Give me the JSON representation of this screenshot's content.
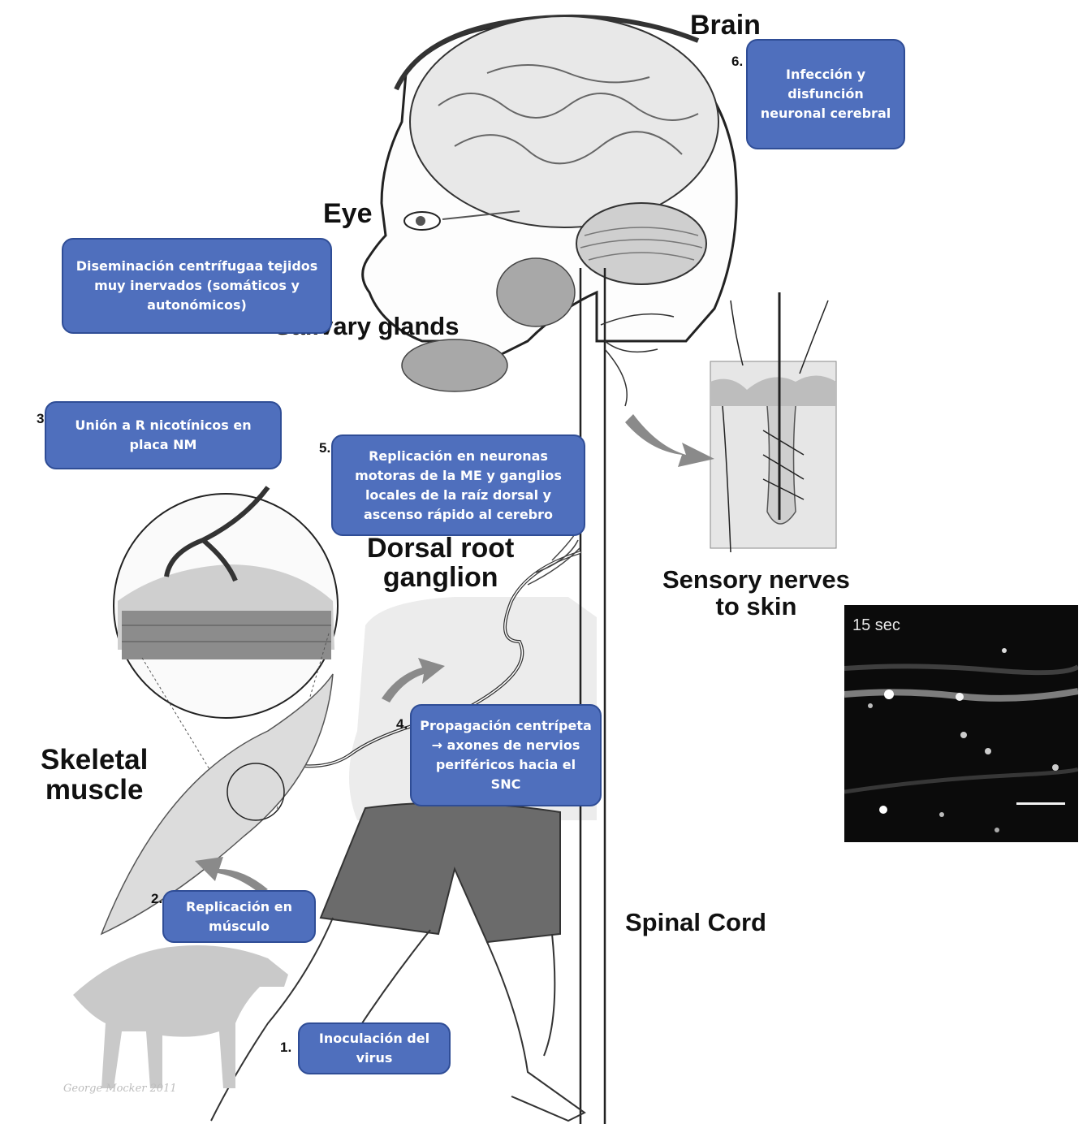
{
  "labels": {
    "brain": "Brain",
    "eye": "Eye",
    "salivary": "Salivary glands",
    "dorsal_root": "Dorsal root\nganglion",
    "sensory": "Sensory nerves\nto skin",
    "skeletal": "Skeletal\nmuscle",
    "spinal": "Spinal Cord"
  },
  "steps": [
    {
      "num": "1.",
      "text": "Inoculación del virus"
    },
    {
      "num": "2.",
      "text": "Replicación en músculo"
    },
    {
      "num": "3",
      "text": "Unión a R nicotínicos en placa NM"
    },
    {
      "num": "4.",
      "text": "Propagación centrípeta → axones de nervios periféricos hacia el SNC"
    },
    {
      "num": "5.",
      "text": "Replicación en neuronas motoras de la ME y ganglios locales de la raíz dorsal y ascenso rápido al cerebro"
    },
    {
      "num": "6.",
      "text": "Infección y disfunción neuronal cerebral"
    }
  ],
  "callout_7": "Diseminación centrífugaa tejidos muy inervados (somáticos y autonómicos)",
  "micrograph": {
    "time": "15 sec"
  },
  "credit": "George Mocker 2011"
}
